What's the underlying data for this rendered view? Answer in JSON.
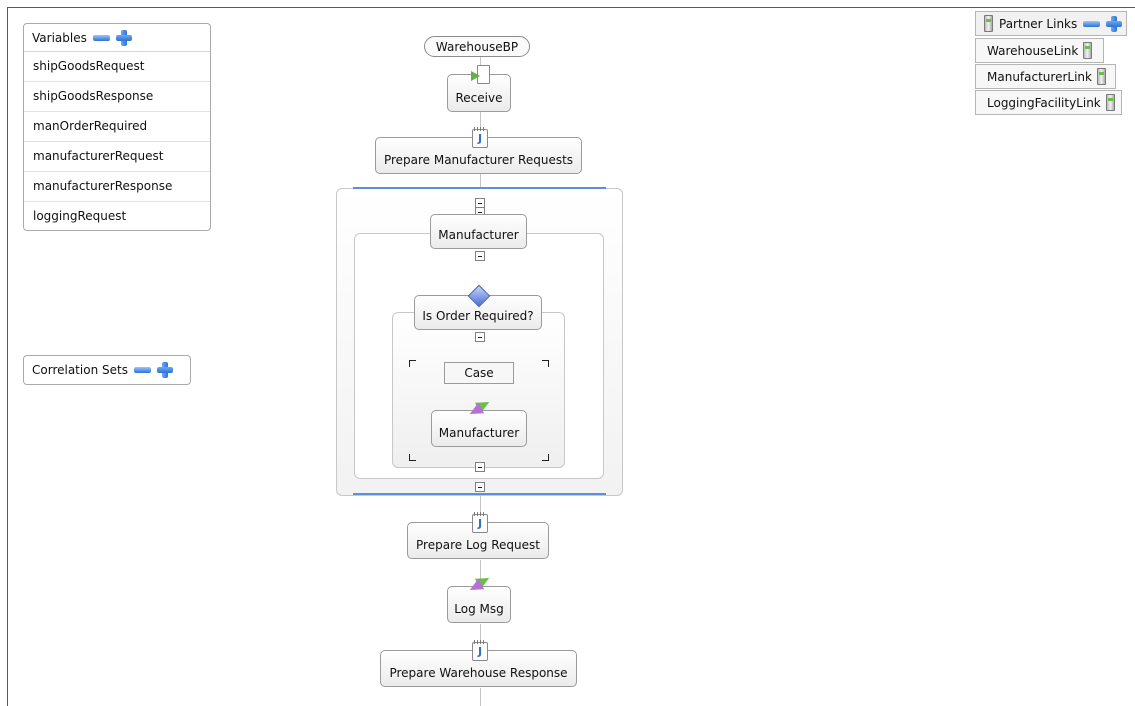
{
  "variables": {
    "title": "Variables",
    "items": [
      "shipGoodsRequest",
      "shipGoodsResponse",
      "manOrderRequired",
      "manufacturerRequest",
      "manufacturerResponse",
      "loggingRequest"
    ]
  },
  "correlation_sets": {
    "title": "Correlation Sets"
  },
  "partner_links": {
    "title": "Partner Links",
    "items": [
      "WarehouseLink",
      "ManufacturerLink",
      "LoggingFacilityLink"
    ]
  },
  "process": {
    "name": "WarehouseBP",
    "activities": {
      "receive": "Receive",
      "prepare_manufacturer_requests": "Prepare Manufacturer Requests",
      "manufacturer_scope": "Manufacturer",
      "is_order_required": "Is Order Required?",
      "case": "Case",
      "manufacturer_invoke": "Manufacturer",
      "prepare_log_request": "Prepare Log Request",
      "log_msg": "Log Msg",
      "prepare_warehouse_response": "Prepare Warehouse Response"
    }
  },
  "icons": {
    "receive": "receive-icon",
    "java_snippet": "java-snippet-icon",
    "choice": "choice-diamond-icon",
    "invoke": "invoke-arrows-icon",
    "partner_link": "server-icon",
    "collapse": "minus-icon",
    "add": "plus-icon"
  },
  "colors": {
    "accent_blue": "#2e71d6",
    "scope_line": "#5f8fd8",
    "invoke_green": "#6cbd49",
    "invoke_purple": "#b86fd8"
  }
}
